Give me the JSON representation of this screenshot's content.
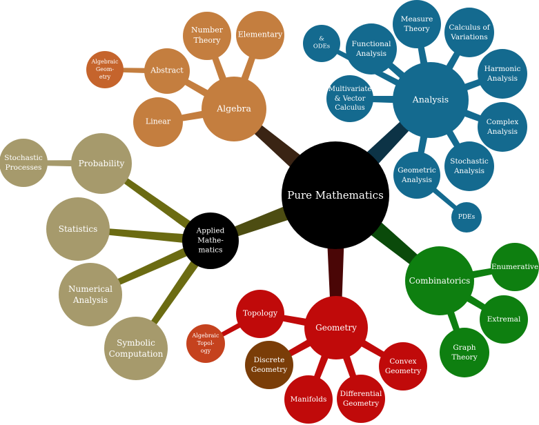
{
  "colors": {
    "center": "#000000",
    "algebra": "#c47e3f",
    "algebra_sub": "#c5642c",
    "analysis": "#146a8f",
    "combinatorics": "#0e7f10",
    "geometry": "#c00a0a",
    "geometry_sub": "#c5421e",
    "discrete": "#7a3d08",
    "applied": "#000000",
    "applied_sub": "#a69a6c",
    "link_algebra": "#3a2414",
    "link_analysis": "#0c3346",
    "link_combinatorics": "#0a4a0a",
    "link_geometry": "#4a0606",
    "link_applied": "#4d4d12",
    "link_applied_sub": "#6b6b12"
  },
  "nodes": {
    "center": "Pure Mathematics",
    "algebra": "Algebra",
    "number_theory": "Number\nTheory",
    "elementary": "Elementary",
    "abstract": "Abstract",
    "algebraic_geometry": "Algebraic\nGeom-\netry",
    "linear": "Linear",
    "analysis": "Analysis",
    "odes": "&\nODEs",
    "functional_analysis": "Functional\nAnalysis",
    "measure_theory": "Measure\nTheory",
    "calculus_of_variations": "Calculus of\nVariations",
    "harmonic_analysis": "Harmonic\nAnalysis",
    "multivariate": "Multivariate\n& Vector\nCalculus",
    "complex_analysis": "Complex\nAnalysis",
    "stochastic_analysis": "Stochastic\nAnalysis",
    "geometric_analysis": "Geometric\nAnalysis",
    "pdes": "PDEs",
    "combinatorics": "Combinatorics",
    "enumerative": "Enumerative",
    "extremal": "Extremal",
    "graph_theory": "Graph\nTheory",
    "geometry": "Geometry",
    "topology": "Topology",
    "algebraic_topology": "Algebraic\nTopol-\nogy",
    "discrete_geometry": "Discrete\nGeometry",
    "convex_geometry": "Convex\nGeometry",
    "manifolds": "Manifolds",
    "differential_geometry": "Differential\nGeometry",
    "applied": "Applied\nMathe-\nmatics",
    "probability": "Probability",
    "stochastic_processes": "Stochastic\nProcesses",
    "statistics": "Statistics",
    "numerical_analysis": "Numerical\nAnalysis",
    "symbolic_computation": "Symbolic\nComputation"
  }
}
